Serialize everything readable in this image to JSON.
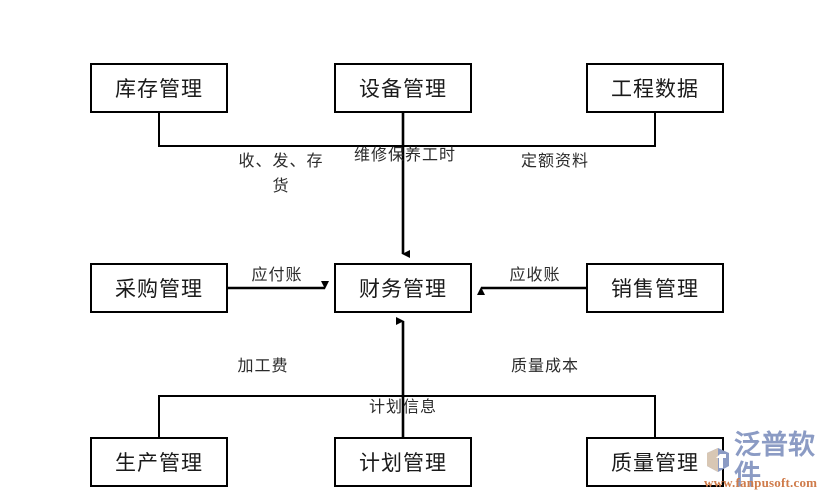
{
  "diagram": {
    "type": "flow-diagram",
    "background_color": "#ffffff",
    "line_color": "#000000",
    "nodes": [
      {
        "id": "inventory",
        "label": "库存管理",
        "row": "top",
        "col": "left"
      },
      {
        "id": "equipment",
        "label": "设备管理",
        "row": "top",
        "col": "center"
      },
      {
        "id": "engineering",
        "label": "工程数据",
        "row": "top",
        "col": "right"
      },
      {
        "id": "purchasing",
        "label": "采购管理",
        "row": "middle",
        "col": "left"
      },
      {
        "id": "finance",
        "label": "财务管理",
        "row": "middle",
        "col": "center"
      },
      {
        "id": "sales",
        "label": "销售管理",
        "row": "middle",
        "col": "right"
      },
      {
        "id": "production",
        "label": "生产管理",
        "row": "bottom",
        "col": "left"
      },
      {
        "id": "planning",
        "label": "计划管理",
        "row": "bottom",
        "col": "center"
      },
      {
        "id": "quality",
        "label": "质量管理",
        "row": "bottom",
        "col": "right"
      }
    ],
    "edge_labels": [
      {
        "id": "receive-issue-stock",
        "text": "收、发、存\n货",
        "from": "inventory",
        "to": "finance"
      },
      {
        "id": "maintenance-hours",
        "text": "维修保养工时",
        "from": "equipment",
        "to": "finance"
      },
      {
        "id": "quota-data",
        "text": "定额资料",
        "from": "engineering",
        "to": "finance"
      },
      {
        "id": "accounts-payable",
        "text": "应付账",
        "from": "purchasing",
        "to": "finance"
      },
      {
        "id": "accounts-receivable",
        "text": "应收账",
        "from": "sales",
        "to": "finance"
      },
      {
        "id": "processing-fee",
        "text": "加工费",
        "from": "production",
        "to": "finance"
      },
      {
        "id": "quality-cost",
        "text": "质量成本",
        "from": "quality",
        "to": "finance"
      },
      {
        "id": "plan-info",
        "text": "计划信息",
        "from": "planning",
        "to": "finance"
      }
    ]
  },
  "watermark": {
    "brand": "泛普软件",
    "url": "www.fanpusoft.com",
    "brand_color": "#8b9bc4",
    "url_color": "#cf7b4a"
  }
}
